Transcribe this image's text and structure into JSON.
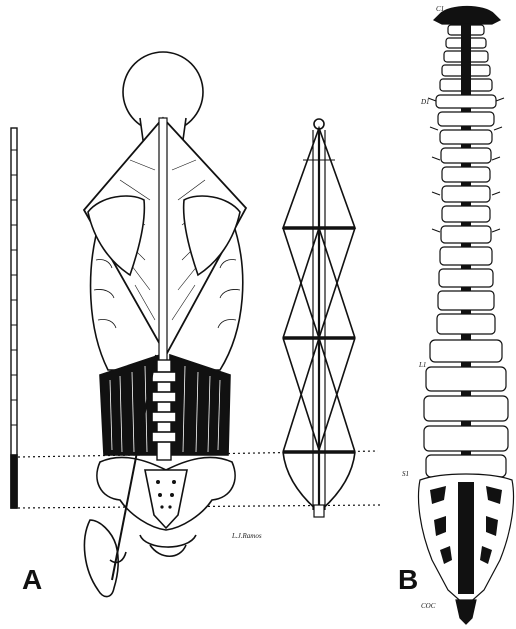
{
  "figure": {
    "panels": [
      {
        "id": "A",
        "label": "A"
      },
      {
        "id": "B",
        "label": "B"
      }
    ],
    "vertebra_labels": {
      "c1": "C1",
      "d1": "D1",
      "l1": "L1",
      "s1": "S1",
      "coc": "COC"
    },
    "signature": "L.J.Ramos"
  }
}
